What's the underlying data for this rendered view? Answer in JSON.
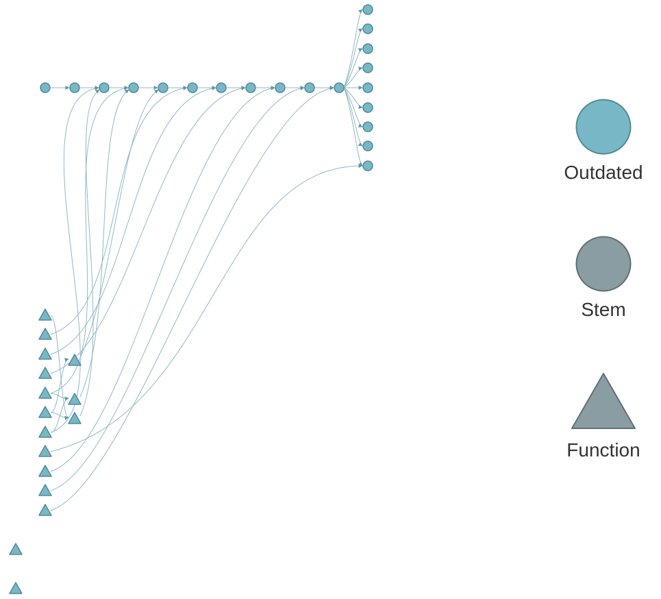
{
  "legend": {
    "items": [
      {
        "label": "Outdated",
        "shape": "circle",
        "color": "#78b7c5",
        "stroke": "#4f8b99"
      },
      {
        "label": "Stem",
        "shape": "circle",
        "color": "#899da2",
        "stroke": "#5e7076"
      },
      {
        "label": "Function",
        "shape": "triangle",
        "color": "#899da2",
        "stroke": "#5e7076"
      }
    ]
  },
  "colors": {
    "outdated": "#78b7c5",
    "stem": "#899da2",
    "edge": "#8fb9c4"
  }
}
